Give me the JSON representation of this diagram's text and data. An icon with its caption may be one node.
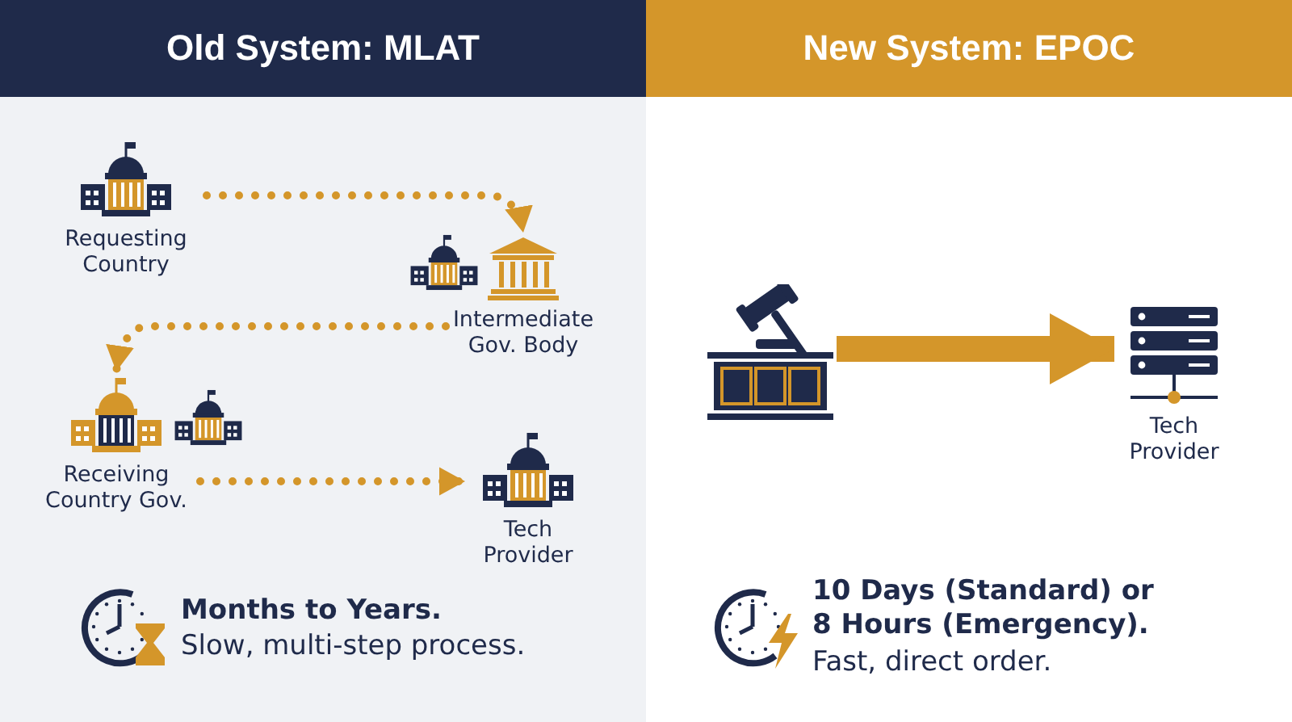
{
  "diagram": {
    "nodes": [
      {
        "text": [
          "Old System: MLAT"
        ]
      },
      {
        "text": [
          "Requesting Country"
        ]
      },
      {
        "text": [
          "Intermediate Gov. Body"
        ]
      },
      {
        "text": [
          "Receiving Country Gov."
        ]
      },
      {
        "text": [
          "Tech Provider"
        ]
      },
      {
        "text": [
          "New System: EPOC"
        ]
      },
      {
        "text": [],
        "shape": "picture"
      },
      {
        "text": [
          "Tech Provider"
        ]
      }
    ],
    "edges": [
      {
        "from": 1,
        "to": 2,
        "arrow": "to",
        "style": "dashed"
      },
      {
        "from": 2,
        "to": 3,
        "arrow": "to",
        "style": "dashed"
      },
      {
        "from": 3,
        "to": 4,
        "arrow": "to",
        "style": "dashed"
      },
      {
        "from": 6,
        "to": 7,
        "arrow": "to",
        "style": "thick"
      }
    ],
    "labels": [
      "Months to Years.",
      "Slow, multi-step process.",
      "10 Days (Standard) or 8 Hours (Emergency).",
      "Fast, direct order."
    ]
  }
}
